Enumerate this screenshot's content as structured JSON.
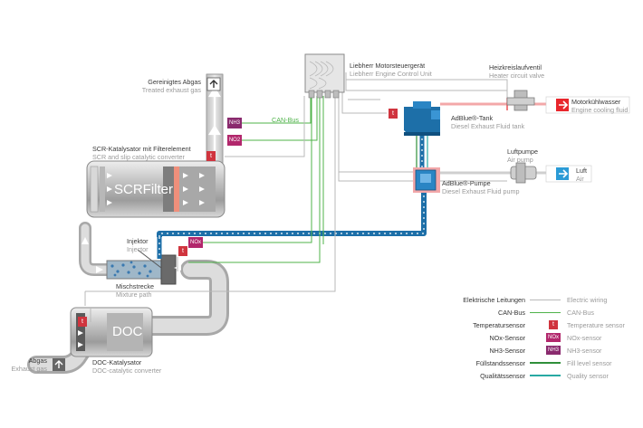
{
  "colors": {
    "pipe": "#d4d4d4",
    "adblue": "#1d6fa8",
    "can": "#4fb34a",
    "electric": "#b9b9b9",
    "temp": "#d0343e",
    "nox": "#b2276c",
    "nh3": "#8a2a6e",
    "fill": "#2f8f3a",
    "quality": "#28a9a3",
    "coolant": "#e8262c",
    "air": "#2b9bd6"
  },
  "labels": {
    "treated_de": "Gereinigtes Abgas",
    "treated_en": "Treated exhaust gas",
    "ecu_de": "Liebherr Motorsteuergerät",
    "ecu_en": "Liebherr Engine Control Unit",
    "heater_de": "Heizkreislaufventil",
    "heater_en": "Heater circuit valve",
    "coolant_de": "Motorkühlwasser",
    "coolant_en": "Engine cooling fluid",
    "canbus": "CAN-Bus",
    "tank_de": "AdBlue®-Tank",
    "tank_en": "Diesel Exhaust Fluid tank",
    "scr_de": "SCR-Katalysator mit Filterelement",
    "scr_en": "SCR and slip catalytic converter",
    "scrfilter": "SCRFilter",
    "airpump_de": "Luftpumpe",
    "airpump_en": "Air pump",
    "air_de": "Luft",
    "air_en": "Air",
    "pump_de": "AdBlue®-Pumpe",
    "pump_en": "Diesel Exhaust Fluid pump",
    "injector_de": "Injektor",
    "injector_en": "Injector",
    "mix_de": "Mischstrecke",
    "mix_en": "Mixture path",
    "doc": "DOC",
    "doc_de": "DOC-Katalysator",
    "doc_en": "DOC-catalytic converter",
    "exhaust_de": "Abgas",
    "exhaust_en": "Exhaust gas",
    "nh3": "NH3",
    "no2": "NO2",
    "nox": "NOx",
    "temp_symbol": "t"
  },
  "legend": [
    {
      "de": "Elektrische Leitungen",
      "en": "Electric wiring",
      "sym": "line",
      "color": "#b9b9b9"
    },
    {
      "de": "CAN-Bus",
      "en": "CAN-Bus",
      "sym": "line",
      "color": "#4fb34a"
    },
    {
      "de": "Temperatursensor",
      "en": "Temperature sensor",
      "sym": "box",
      "color": "#d0343e",
      "text": "t"
    },
    {
      "de": "NOx-Sensor",
      "en": "NOx-sensor",
      "sym": "box",
      "color": "#b2276c",
      "text": "NOx"
    },
    {
      "de": "NH3-Sensor",
      "en": "NH3-sensor",
      "sym": "box",
      "color": "#8a2a6e",
      "text": "NH3"
    },
    {
      "de": "Füllstandssensor",
      "en": "Fill level sensor",
      "sym": "line",
      "color": "#2f8f3a"
    },
    {
      "de": "Qualitätssensor",
      "en": "Quality sensor",
      "sym": "line",
      "color": "#28a9a3"
    }
  ]
}
